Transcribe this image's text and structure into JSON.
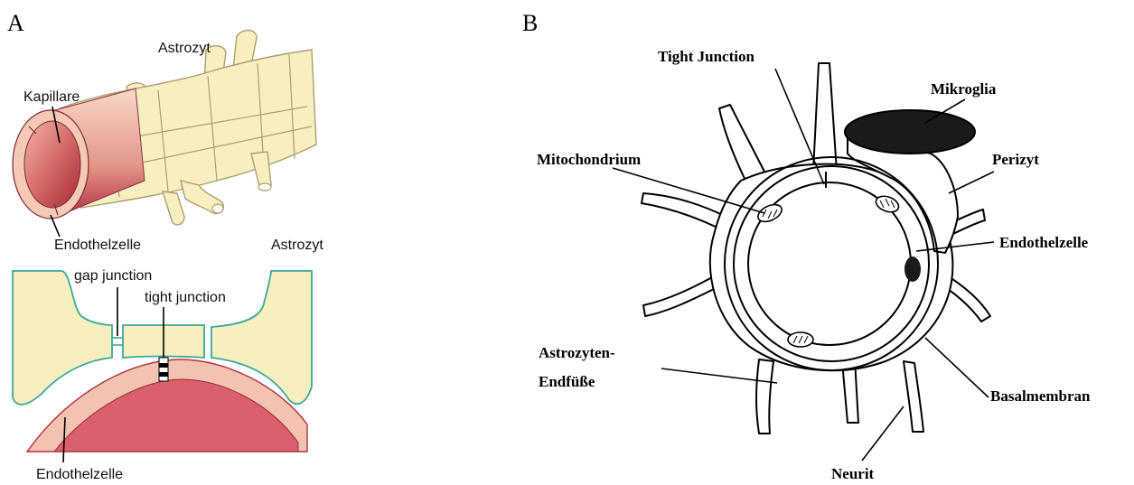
{
  "panel_a": {
    "letter": "A",
    "top": {
      "labels": {
        "astrozyt": "Astrozyt",
        "kapillare": "Kapillare",
        "endothelzelle": "Endothelzelle"
      }
    },
    "bottom": {
      "labels": {
        "astrozyt": "Astrozyt",
        "gap_junction": "gap junction",
        "tight_junction": "tight junction",
        "endothelzelle": "Endothelzelle"
      }
    }
  },
  "panel_b": {
    "letter": "B",
    "labels": {
      "tight_junction": "Tight Junction",
      "mikroglia": "Mikroglia",
      "mitochondrium": "Mitochondrium",
      "perizyt": "Perizyt",
      "endothelzelle": "Endothelzelle",
      "astrozyten_line1": "Astrozyten-",
      "astrozyten_line2": "Endfüße",
      "basalmembran": "Basalmembran",
      "neurit": "Neurit"
    }
  },
  "colors": {
    "astrocyte_fill": "#f7efbf",
    "astrocyte_outline_bottom": "#3aa89a",
    "endothelium_pink": "#f2c3b0",
    "lumen_red": "#d9606c",
    "microglia": "#1a1a1a"
  }
}
